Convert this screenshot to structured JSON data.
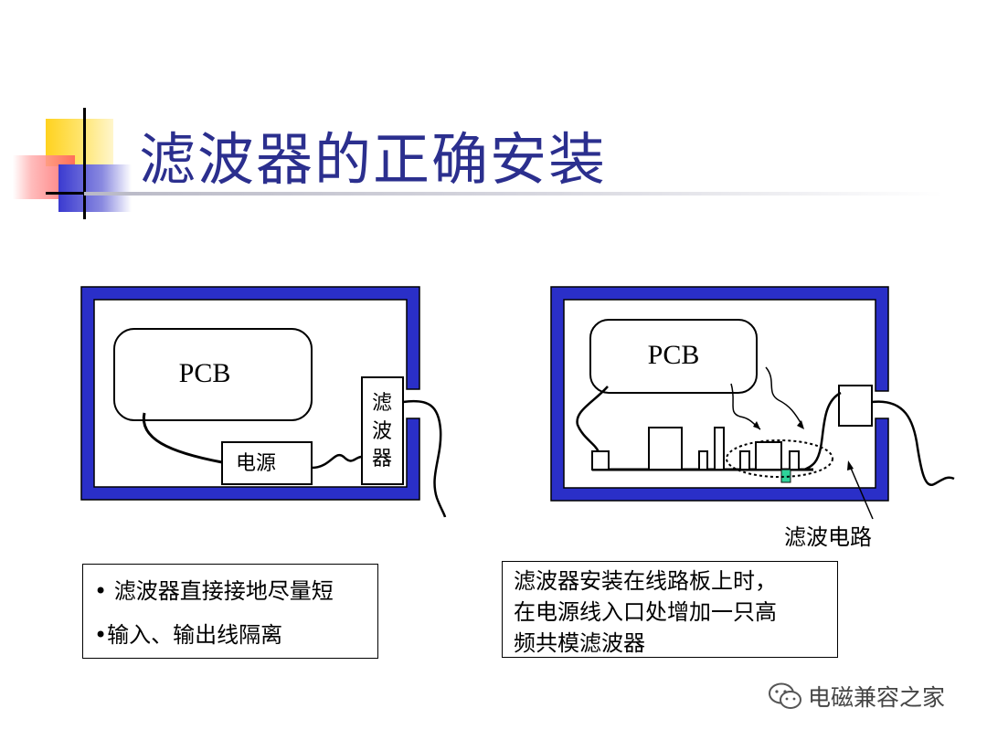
{
  "slide": {
    "title": "滤波器的正确安装"
  },
  "left_diagram": {
    "pcb_label": "PCB",
    "power_label": "电源",
    "filter_label_chars": [
      "滤",
      "波",
      "器"
    ]
  },
  "right_diagram": {
    "pcb_label": "PCB",
    "filter_circuit_label": "滤波电路"
  },
  "notes": {
    "left": {
      "line1": "• 滤波器直接接地尽量短",
      "line2": "•输入、输出线隔离"
    },
    "right": {
      "line1": "滤波器安装在线路板上时，",
      "line2": "在电源线入口处增加一只高",
      "line3": "频共模滤波器"
    }
  },
  "watermark": {
    "icon": "wechat-icon",
    "text": "电磁兼容之家"
  },
  "colors": {
    "title": "#2b2f8e",
    "enclosure": "#2a2fc8",
    "deco_yellow": "#ffd21f",
    "deco_red": "#ff5a5a",
    "deco_blue": "#3a3ad0",
    "ground_green": "#2ed39a"
  }
}
